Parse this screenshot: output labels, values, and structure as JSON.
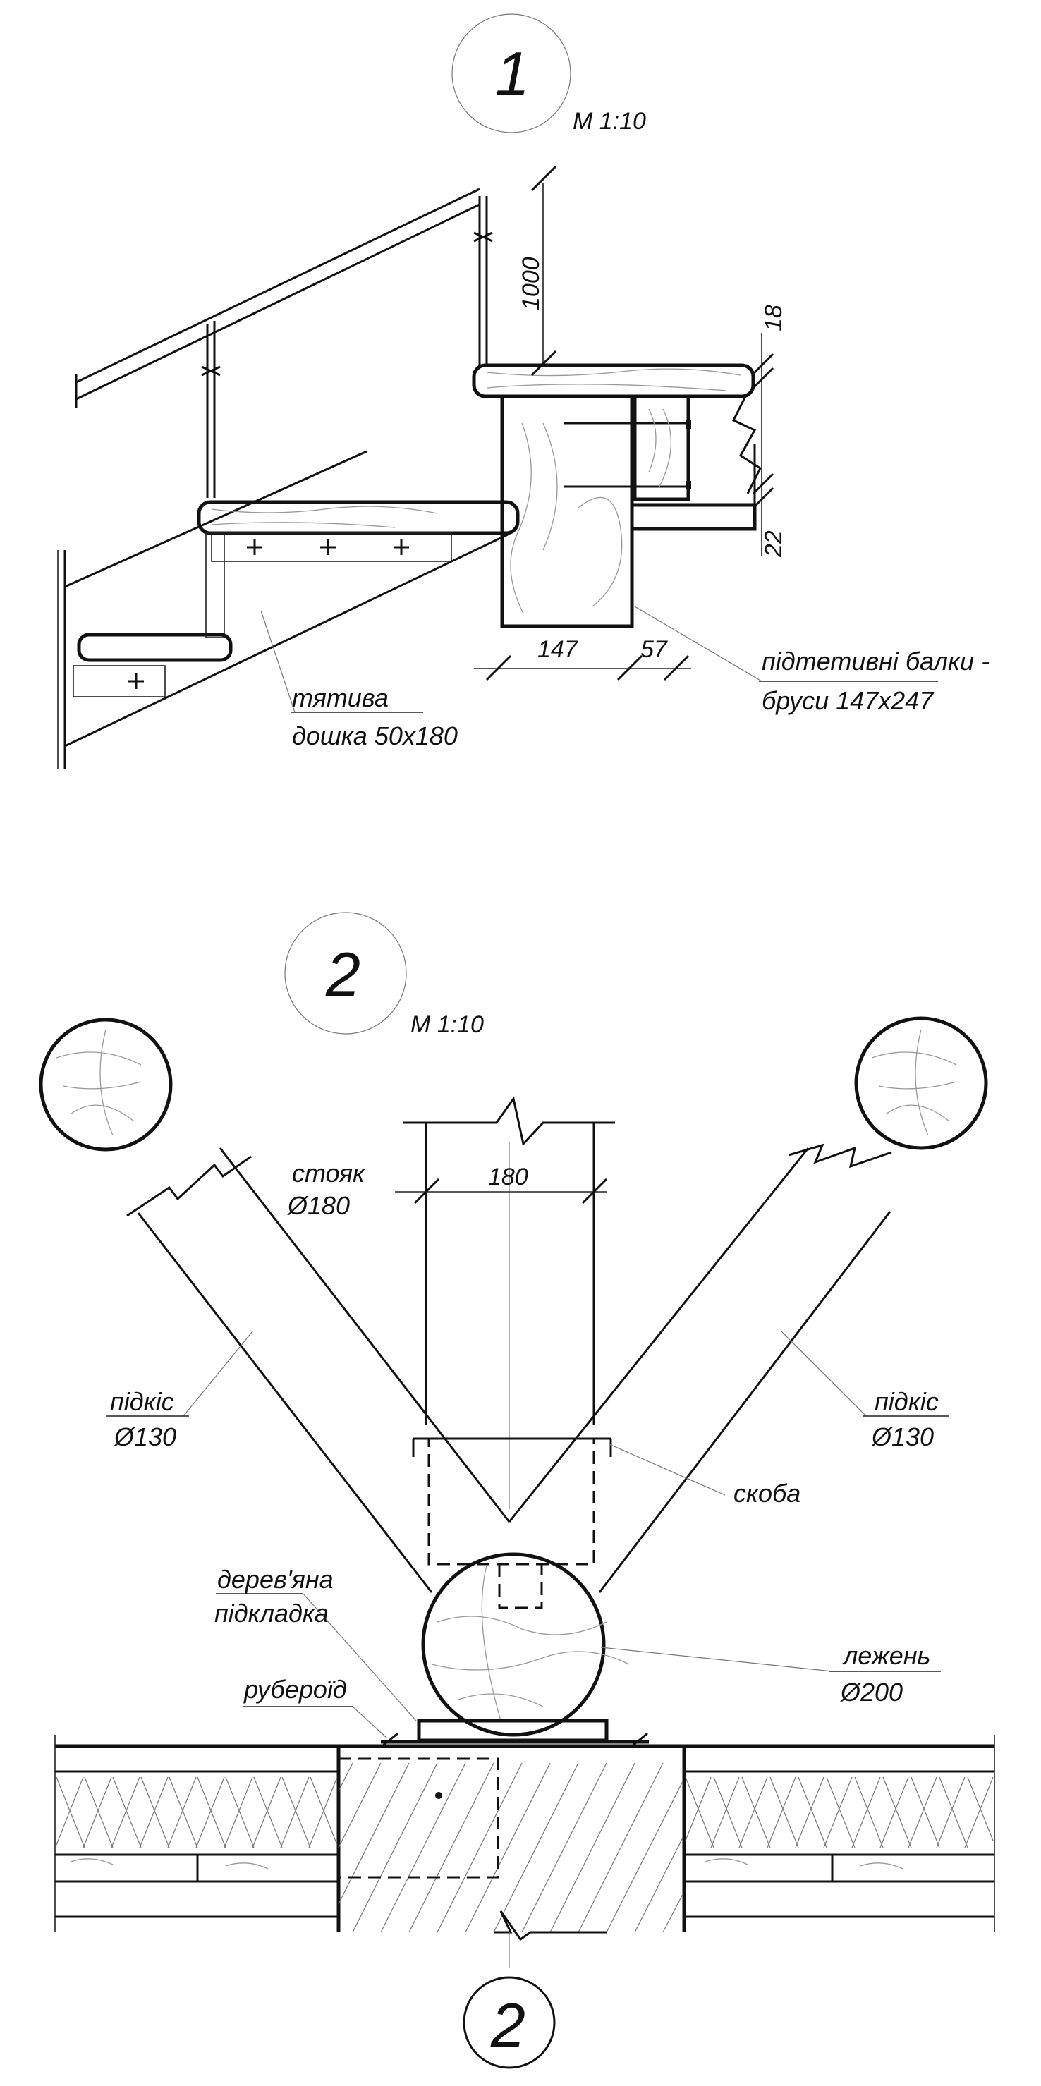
{
  "detail_1": {
    "number": "1",
    "scale": "М 1:10",
    "dims": {
      "height": "1000",
      "top_board": "18",
      "bottom_board": "22",
      "beam": "147",
      "gap": "57"
    },
    "labels": {
      "stringer_1": "тятива",
      "stringer_2": "дошка 50х180",
      "beam_1": "підтетивні балки -",
      "beam_2": "бруси 147х247"
    }
  },
  "detail_2": {
    "number": "2",
    "scale": "М 1:10",
    "section_mark": "2",
    "dims": {
      "post_width": "180"
    },
    "labels": {
      "post_1": "стояк",
      "post_2": "Ø180",
      "brace_left_1": "підкіс",
      "brace_left_2": "Ø130",
      "brace_right_1": "підкіс",
      "brace_right_2": "Ø130",
      "bracket": "скоба",
      "pad_1": "дерев'яна",
      "pad_2": "підкладка",
      "roofing": "руберoїд",
      "sill_1": "лежень",
      "sill_2": "Ø200"
    }
  }
}
